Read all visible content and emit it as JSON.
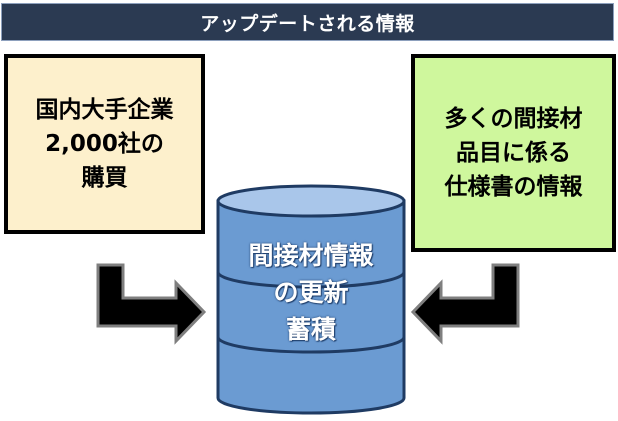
{
  "title": "アップデートされる情報",
  "left_box": {
    "lines": [
      "国内大手企業",
      "2,000社の",
      "購買"
    ]
  },
  "right_box": {
    "lines": [
      "多くの間接材",
      "品目に係る",
      "仕様書の情報"
    ]
  },
  "database": {
    "lines": [
      "間接材情報",
      "の更新",
      "蓄積"
    ]
  },
  "colors": {
    "title_bg": "#2b3a52",
    "left_box_bg": "#fdf0cc",
    "right_box_bg": "#cff79d",
    "cylinder_fill": "#6b9bd2",
    "cylinder_top": "#a9c6ea",
    "arrow": "#000000"
  }
}
